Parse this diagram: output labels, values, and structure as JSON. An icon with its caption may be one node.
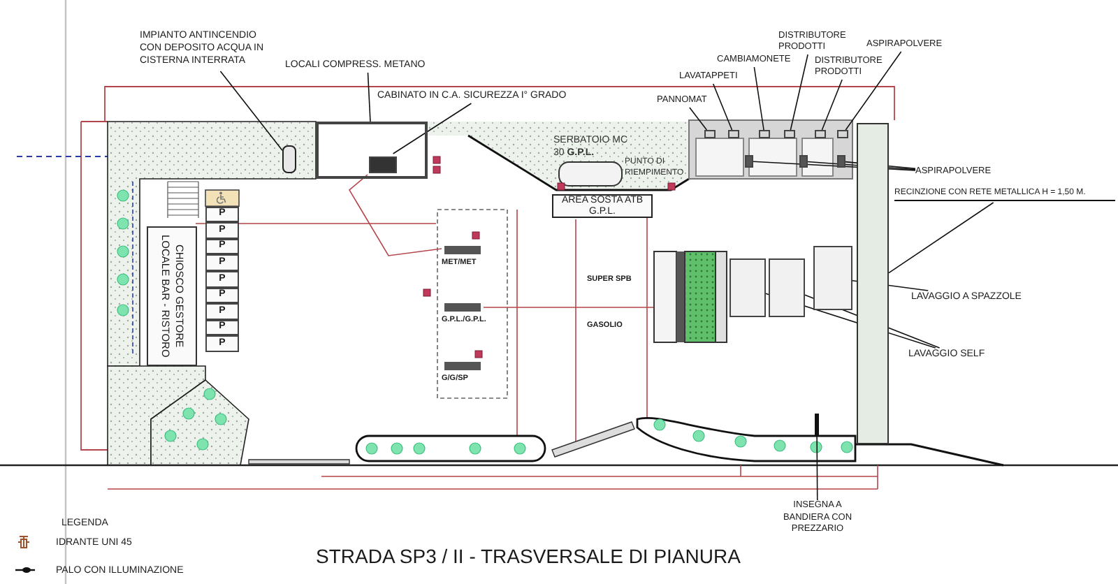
{
  "diagram": {
    "nodes": [
      {
        "text": [
          "IMPIANTO ANTINCENDIO CON DEPOSITO ACQUA IN CISTERNA INTERRATA"
        ]
      },
      {
        "text": [],
        "shape": "cylinder"
      },
      {
        "text": [
          "LOCALI COMPRESS. METANO"
        ]
      },
      {
        "text": [],
        "shape": "box"
      },
      {
        "text": [
          "CABINATO IN C.A. SICUREZZA I° GRADO"
        ]
      },
      {
        "text": [],
        "shape": "box",
        "in": 3
      },
      {
        "text": [
          "AREA SOSTA ATB G.P.L."
        ]
      },
      {
        "text": [
          "PANNOMAT"
        ]
      },
      {
        "text": [],
        "shape": "box"
      },
      {
        "text": [
          "LAVATAPPETI"
        ]
      },
      {
        "text": [],
        "shape": "box"
      },
      {
        "text": [
          "CAMBIAMONETE"
        ]
      },
      {
        "text": [],
        "shape": "box"
      },
      {
        "text": [
          "DISTRIBUTORE PRODOTTI"
        ]
      },
      {
        "text": [],
        "shape": "box"
      },
      {
        "text": [
          "DISTRIBUTORE PRODOTTI"
        ]
      },
      {
        "text": [],
        "shape": "box"
      },
      {
        "text": [
          "ASPIRAPOLVERE"
        ]
      },
      {
        "text": [],
        "shape": "box"
      },
      {
        "text": [
          "ASPIRAPOLVERE"
        ]
      },
      {
        "text": [],
        "shape": "box"
      },
      {
        "text": [],
        "shape": "box"
      },
      {
        "text": [],
        "shape": "box"
      },
      {
        "text": [
          "RECINZIONE CON RETE METALLICA H = 1,50 M."
        ]
      },
      {
        "text": [],
        "shape": "bar"
      },
      {
        "text": [
          "LAVAGGIO A SPAZZOLE"
        ]
      },
      {
        "text": [],
        "shape": "box"
      },
      {
        "text": [
          "LAVAGGIO SELF"
        ]
      },
      {
        "text": [],
        "shape": "box"
      },
      {
        "text": [],
        "shape": "box"
      },
      {
        "text": [
          "INSEGNA A BANDIERA CON PREZZARIO"
        ]
      },
      {
        "text": [],
        "shape": "bar"
      },
      {
        "text": [
          "LOCALE BAR - RISTORO CHIOSCO GESTORE"
        ]
      },
      {
        "text": [
          "P"
        ]
      },
      {
        "text": [
          "P"
        ]
      },
      {
        "text": [
          "P"
        ]
      },
      {
        "text": [
          "P"
        ]
      },
      {
        "text": [
          "P"
        ]
      },
      {
        "text": [
          "P"
        ]
      },
      {
        "text": [
          "P"
        ]
      },
      {
        "text": [
          "P"
        ]
      },
      {
        "text": [
          "P"
        ]
      }
    ],
    "edges": [
      {
        "from": 0,
        "to": 1,
        "arrow": "none"
      },
      {
        "from": 2,
        "to": 3,
        "arrow": "none"
      },
      {
        "from": 4,
        "to": 5,
        "arrow": "none"
      },
      {
        "from": 7,
        "to": 8,
        "arrow": "none"
      },
      {
        "from": 9,
        "to": 10,
        "arrow": "none"
      },
      {
        "from": 11,
        "to": 12,
        "arrow": "none"
      },
      {
        "from": 13,
        "to": 14,
        "arrow": "none"
      },
      {
        "from": 15,
        "to": 16,
        "arrow": "none"
      },
      {
        "from": 17,
        "to": 18,
        "arrow": "none"
      },
      {
        "from": 19,
        "to": 20,
        "arrow": "none"
      },
      {
        "from": 19,
        "to": 21,
        "arrow": "none"
      },
      {
        "from": 19,
        "to": 22,
        "arrow": "none"
      },
      {
        "from": 23,
        "to": 24,
        "arrow": "none"
      },
      {
        "from": 25,
        "to": 26,
        "arrow": "none"
      },
      {
        "from": 27,
        "to": 28,
        "arrow": "none"
      },
      {
        "from": 27,
        "to": 29,
        "arrow": "none"
      },
      {
        "from": 30,
        "to": 31,
        "arrow": "none"
      }
    ],
    "labels": [
      "SERBATOIO MC 30 **G.P.L.**",
      "PUNTO DI RIEMPIMENTO",
      "MET/MET",
      "SUPER SPB",
      "G.P.L./G.P.L.",
      "GASOLIO",
      "G/G/SP",
      "LEGENDA",
      "STRADA SP3 / II - TRASVERSALE DI PIANURA"
    ],
    "legend": [
      {
        "text": "IDRANTE UNI 45"
      },
      {
        "text": "PALO CON ILLUMINAZIONE"
      }
    ]
  }
}
